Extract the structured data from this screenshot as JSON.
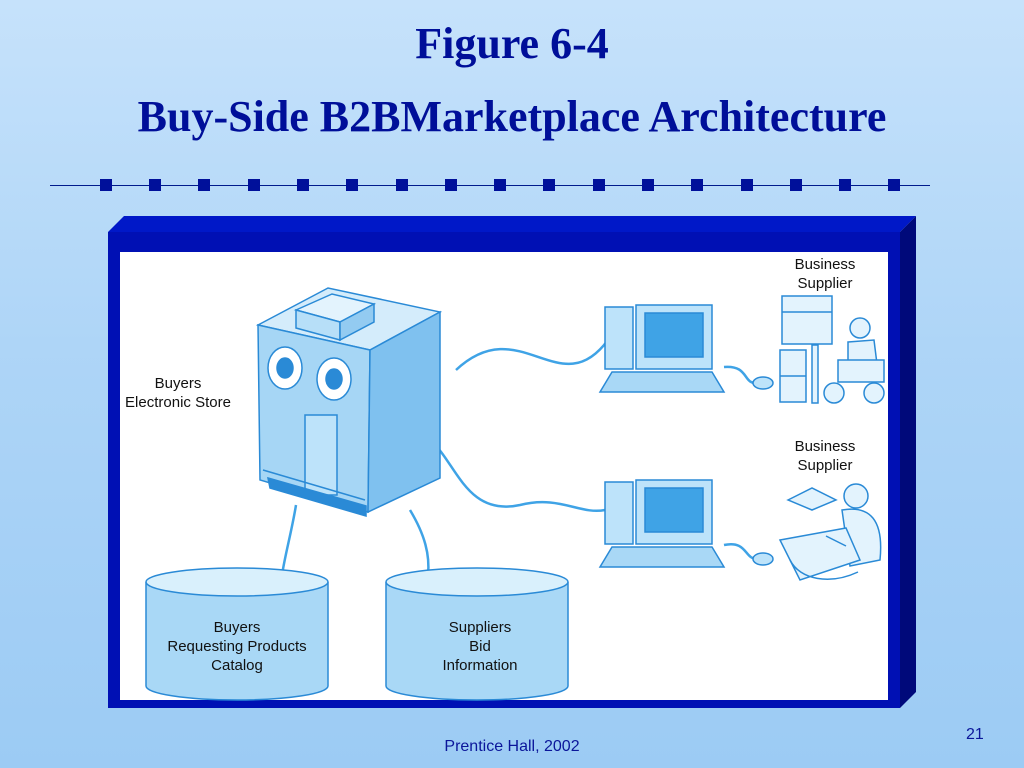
{
  "slide": {
    "title_line1": "Figure 6-4",
    "title_line2": "Buy-Side B2BMarketplace Architecture",
    "footer": "Prentice Hall, 2002",
    "page_number": "21"
  },
  "diagram": {
    "server_label": [
      "Buyers",
      "Electronic Store"
    ],
    "supplier_label_top": [
      "Business",
      "Supplier"
    ],
    "supplier_label_bottom": [
      "Business",
      "Supplier"
    ],
    "db_left_label": [
      "Buyers",
      "Requesting Products",
      "Catalog"
    ],
    "db_right_label": [
      "Suppliers",
      "Bid",
      "Information"
    ]
  },
  "colors": {
    "title": "#000f99",
    "frame": "#0010b8",
    "figure_fill": "#a9d8f6",
    "figure_line": "#2a8ad6"
  }
}
